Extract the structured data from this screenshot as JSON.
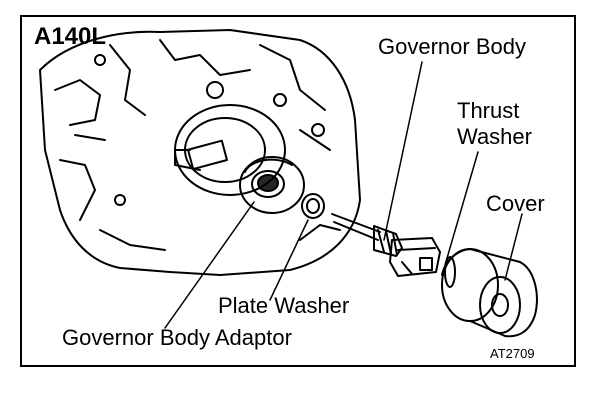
{
  "diagram": {
    "model": "A140L",
    "labels": {
      "governor_body": "Governor Body",
      "thrust_washer_line1": "Thrust",
      "thrust_washer_line2": "Washer",
      "cover": "Cover",
      "plate_washer": "Plate Washer",
      "governor_body_adaptor": "Governor Body Adaptor"
    },
    "figure_code": "AT2709"
  }
}
